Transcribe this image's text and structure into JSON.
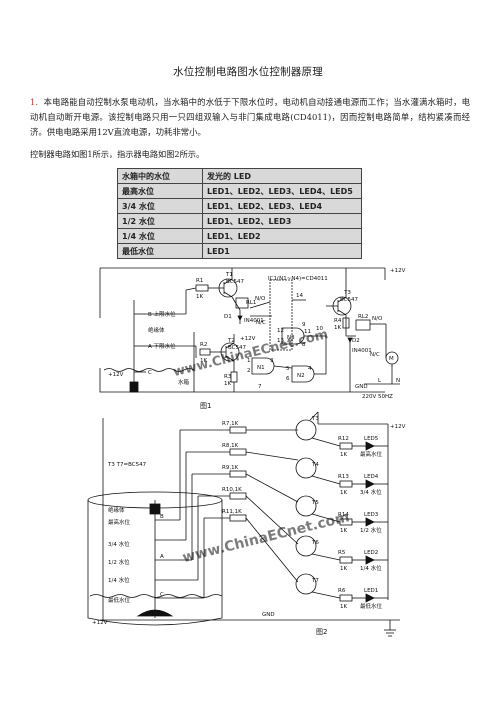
{
  "document": {
    "title": "水位控制电路图水位控制器原理",
    "paragraph": {
      "number": "1.",
      "text": "本电路能自动控制水泵电动机，当水箱中的水低于下限水位时，电动机自动接通电源而工作；当水灌满水箱时，电动机自动断开电源。该控制电路只用一只四组双输入与非门集成电路(CD4011)，因而控制电路简单，结构紧凑而经济。供电电路采用12V直流电源，功耗非常小。"
    },
    "intro": "控制器电路如图1所示，指示器电路如图2所示。"
  },
  "level_table": {
    "headers": [
      "水箱中的水位",
      "发光的 LED"
    ],
    "rows": [
      [
        "最高水位",
        "LED1、LED2、LED3、LED4、LED5"
      ],
      [
        "3/4 水位",
        "LED1、LED2、LED3、LED4"
      ],
      [
        "1/2 水位",
        "LED1、LED2、LED3"
      ],
      [
        "1/4 水位",
        "LED1、LED2"
      ],
      [
        "最低水位",
        "LED1"
      ]
    ]
  },
  "figure1": {
    "caption": "图1",
    "ic_label": "IC1(N1~N4)=CD4011",
    "supply": "+12V",
    "supply_small": "+12V",
    "t1": "T1",
    "t1_type": "BC547",
    "t2": "T2",
    "t2_type": "BC547",
    "t3": "T3",
    "t3_type": "BC547",
    "r1": "R1",
    "r1_val": "1K",
    "r2": "R2",
    "r2_val": "1K",
    "r3": "R3",
    "r3_val": "1K",
    "r4": "R4",
    "r4_val": "1K",
    "d1": "D1",
    "d1_type": "IN4001",
    "d2": "D2",
    "d2_type": "IN4001",
    "rl1": "RL1",
    "rl2": "RL2",
    "no": "N/O",
    "nc": "N/C",
    "n1": "N1",
    "n2": "N2",
    "n3": "N3",
    "pin1": "1",
    "pin2": "2",
    "pin3": "3",
    "pin4": "4",
    "pin5": "5",
    "pin6": "6",
    "pin7": "7",
    "pin8": "8",
    "pin9": "9",
    "pin10": "10",
    "pin11": "11",
    "pin12": "12",
    "pin13": "13",
    "pin14": "14",
    "upper_level": "B 上限水位",
    "insulator": "绝缘体",
    "lower_level": "A 下限水位",
    "probe_c": "C",
    "tank": "水箱",
    "probe_voltage": "+12V",
    "gnd": "GND",
    "motor": "M",
    "ac": "220V 50HZ",
    "ac_l": "L",
    "ac_n": "N"
  },
  "figure2": {
    "caption": "图2",
    "supply": "+12V",
    "transistor_note": "T3 T7=BC547",
    "gnd": "GND",
    "r7": "R7,1K",
    "r8": "R8,1K",
    "r9": "R9,1K",
    "r10": "R10,1K",
    "r11": "R11,1K",
    "t3": "T3",
    "t4": "T4",
    "t5": "T5",
    "t6": "T6",
    "t7": "T7",
    "r12": "R12",
    "r13": "R13",
    "r14": "R14",
    "r5": "R5",
    "r6": "R6",
    "res_val": "1K",
    "led5": "LED5",
    "led4": "LED4",
    "led3": "LED3",
    "led2": "LED2",
    "led1": "LED1",
    "lvl_max": "最高水位",
    "lvl_34": "3/4 水位",
    "lvl_12": "1/2 水位",
    "lvl_14": "1/4 水位",
    "lvl_min": "最低水位",
    "tank_insulator": "绝缘体",
    "tank_max": "最高水位",
    "tank_34": "3/4 水位",
    "tank_12": "1/2 水位",
    "tank_14": "1/4 水位",
    "tank_min": "最低水位",
    "probe_b": "B",
    "probe_a": "A",
    "probe_c": "C",
    "probe_voltage": "+12V"
  },
  "watermark": "www.ChinaECnet.com"
}
